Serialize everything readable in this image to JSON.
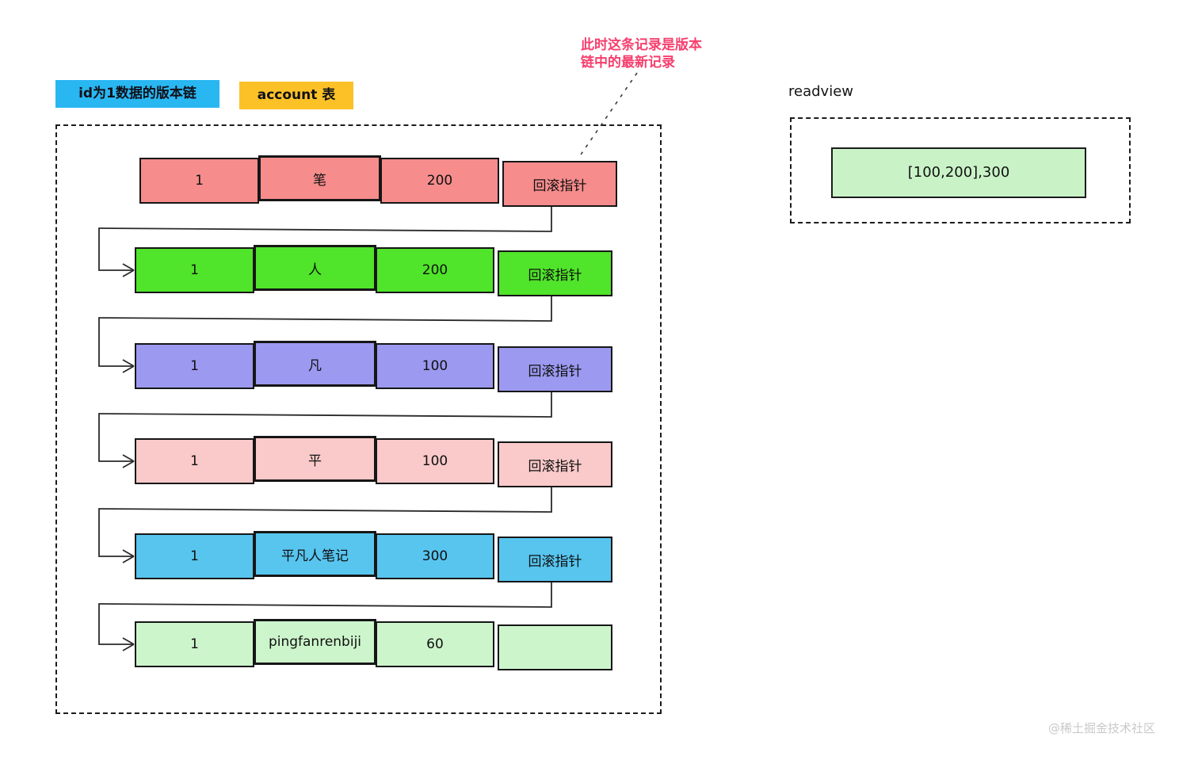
{
  "labels": {
    "version_chain": "id为1数据的版本链",
    "account_table": "account 表",
    "watermark": "@稀土掘金技术社区"
  },
  "annotation": {
    "line1": "此时这条记录是版本",
    "line2": "链中的最新记录"
  },
  "readview": {
    "title": "readview",
    "value": "[100,200],300"
  },
  "colors": {
    "version_chain_label_bg": "#29b7f2",
    "account_table_label_bg": "#fcc127",
    "annotation_text": "#f63f6e",
    "readview_value_bg": "#c9f3c7",
    "watermark_text": "#c9c9c9",
    "row_newest": "#f68c8c",
    "row_2": "#50e42a",
    "row_3": "#9c99f0",
    "row_4": "#fac9c9",
    "row_5": "#58c5ef",
    "row_oldest": "#cdf5cc"
  },
  "chain_rows": [
    {
      "id": "1",
      "name": "笔",
      "balance": "200",
      "pointer": "回滚指针",
      "color": "#f68c8c"
    },
    {
      "id": "1",
      "name": "人",
      "balance": "200",
      "pointer": "回滚指针",
      "color": "#50e42a"
    },
    {
      "id": "1",
      "name": "凡",
      "balance": "100",
      "pointer": "回滚指针",
      "color": "#9c99f0"
    },
    {
      "id": "1",
      "name": "平",
      "balance": "100",
      "pointer": "回滚指针",
      "color": "#fac9c9"
    },
    {
      "id": "1",
      "name": "平凡人笔记",
      "balance": "300",
      "pointer": "回滚指针",
      "color": "#58c5ef"
    },
    {
      "id": "1",
      "name": "pingfanrenbiji",
      "balance": "60",
      "pointer": "",
      "color": "#cdf5cc"
    }
  ]
}
